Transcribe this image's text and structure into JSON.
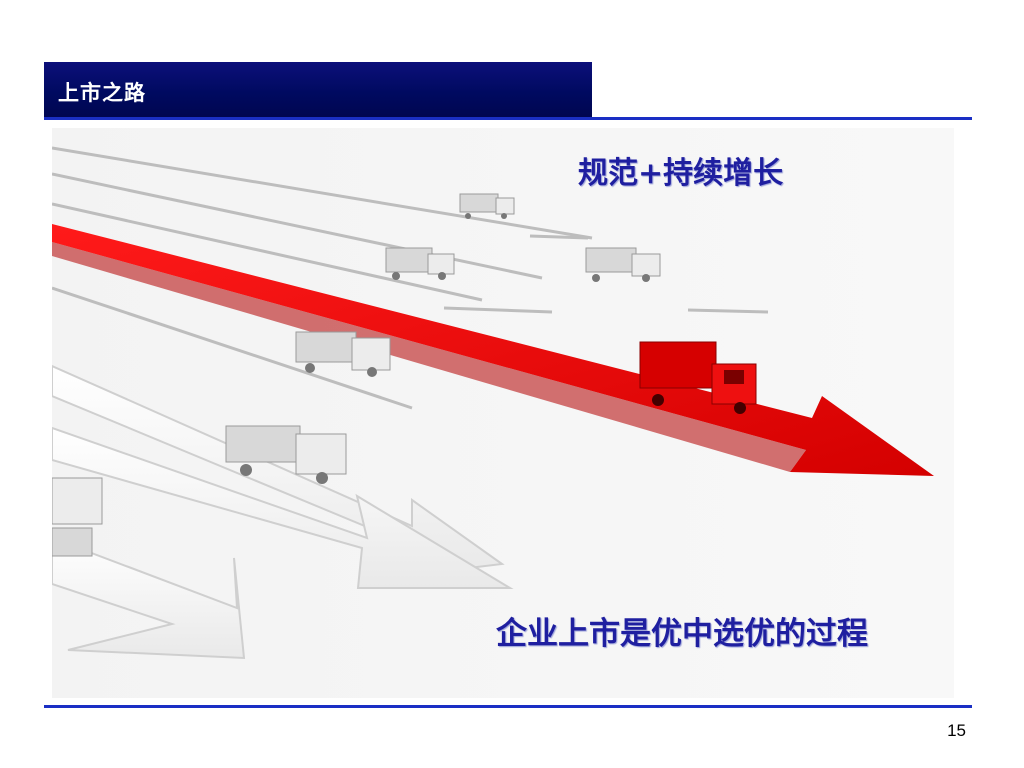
{
  "header": {
    "title": "上市之路"
  },
  "slide": {
    "caption_top": "规范+持续增长",
    "caption_bottom": "企业上市是优中选优的过程",
    "page_number": "15"
  },
  "colors": {
    "title_bar": "#000a60",
    "rule": "#1a2fc4",
    "caption": "#1f1fa0",
    "highlight_arrow": "#e30c0c"
  }
}
